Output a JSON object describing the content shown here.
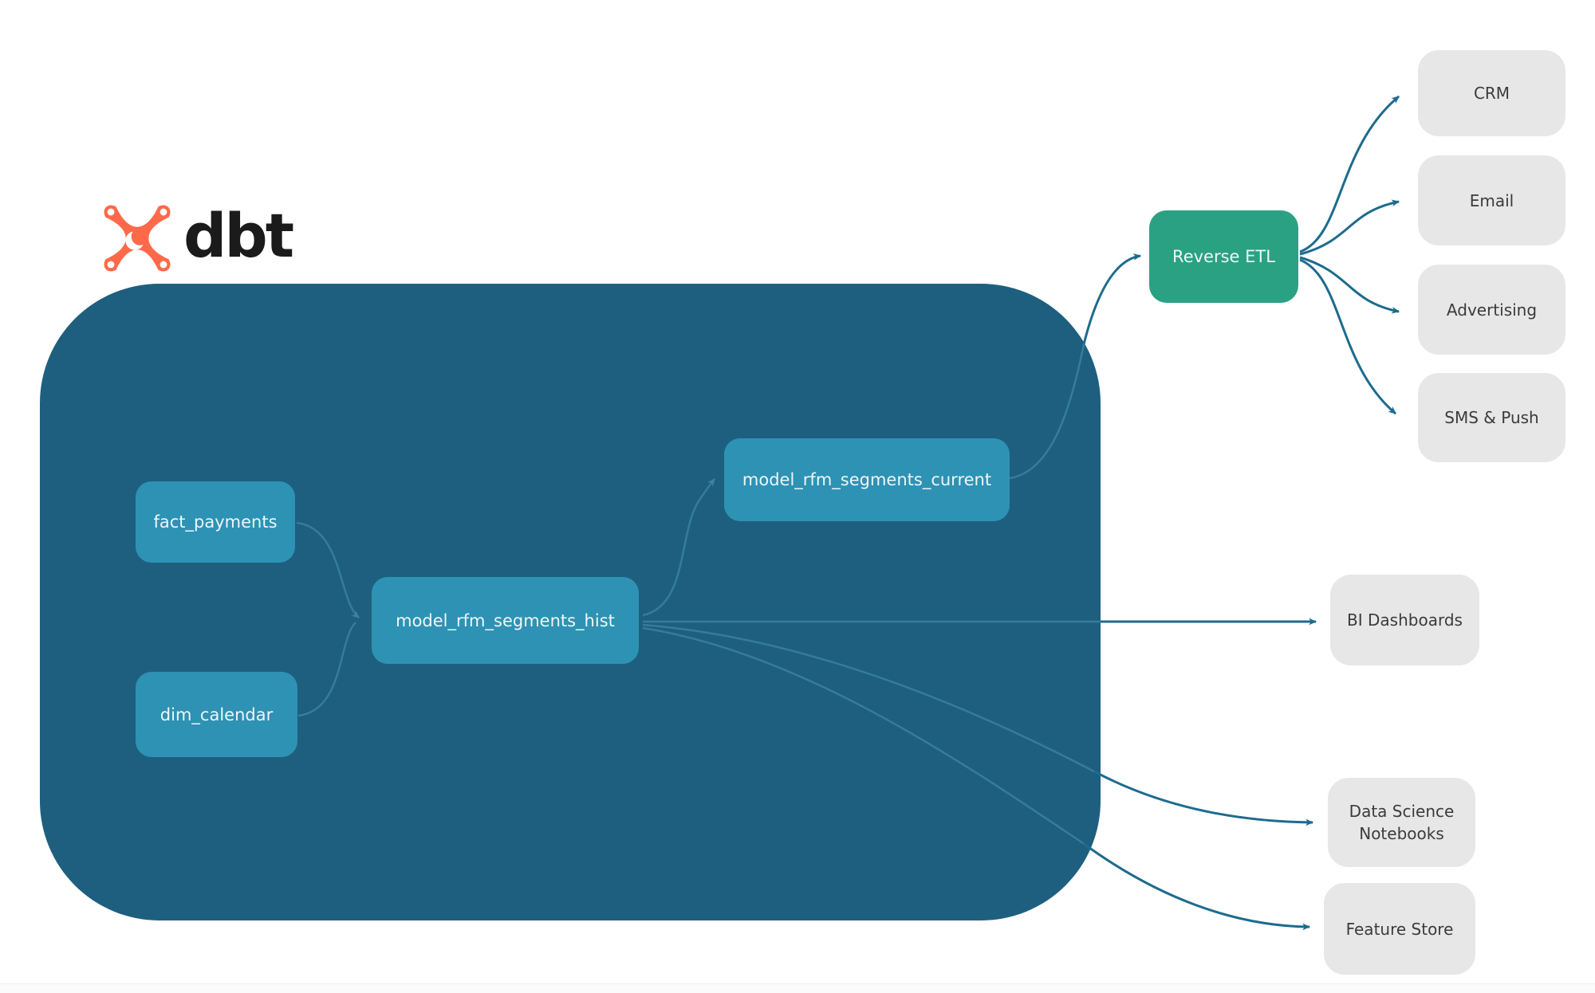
{
  "logo": {
    "brand": "dbt"
  },
  "colors": {
    "container": "#1e5f7f",
    "model_node": "#2e92b4",
    "reverse_etl_node": "#2aa183",
    "destination_node": "#e7e7e7",
    "arrow": "#1d6b8e",
    "inner_arrow": "#3f85a5",
    "logo_orange": "#ff694a",
    "node_text": "#eef6f9",
    "destination_text": "#3b3b3b"
  },
  "nodes": {
    "fact_payments": {
      "label": "fact_payments"
    },
    "dim_calendar": {
      "label": "dim_calendar"
    },
    "model_rfm_segments_hist": {
      "label": "model_rfm_segments_hist"
    },
    "model_rfm_segments_current": {
      "label": "model_rfm_segments_current"
    },
    "reverse_etl": {
      "label": "Reverse ETL"
    },
    "crm": {
      "label": "CRM"
    },
    "email": {
      "label": "Email"
    },
    "advertising": {
      "label": "Advertising"
    },
    "sms_push": {
      "label": "SMS & Push"
    },
    "bi_dashboards": {
      "label": "BI Dashboards"
    },
    "data_science_notebooks": {
      "label": "Data Science Notebooks"
    },
    "feature_store": {
      "label": "Feature Store"
    }
  },
  "edges": [
    {
      "from": "fact_payments",
      "to": "model_rfm_segments_hist"
    },
    {
      "from": "dim_calendar",
      "to": "model_rfm_segments_hist"
    },
    {
      "from": "model_rfm_segments_hist",
      "to": "model_rfm_segments_current"
    },
    {
      "from": "model_rfm_segments_current",
      "to": "reverse_etl"
    },
    {
      "from": "reverse_etl",
      "to": "crm"
    },
    {
      "from": "reverse_etl",
      "to": "email"
    },
    {
      "from": "reverse_etl",
      "to": "advertising"
    },
    {
      "from": "reverse_etl",
      "to": "sms_push"
    },
    {
      "from": "model_rfm_segments_hist",
      "to": "bi_dashboards"
    },
    {
      "from": "model_rfm_segments_hist",
      "to": "data_science_notebooks"
    },
    {
      "from": "model_rfm_segments_hist",
      "to": "feature_store"
    }
  ]
}
